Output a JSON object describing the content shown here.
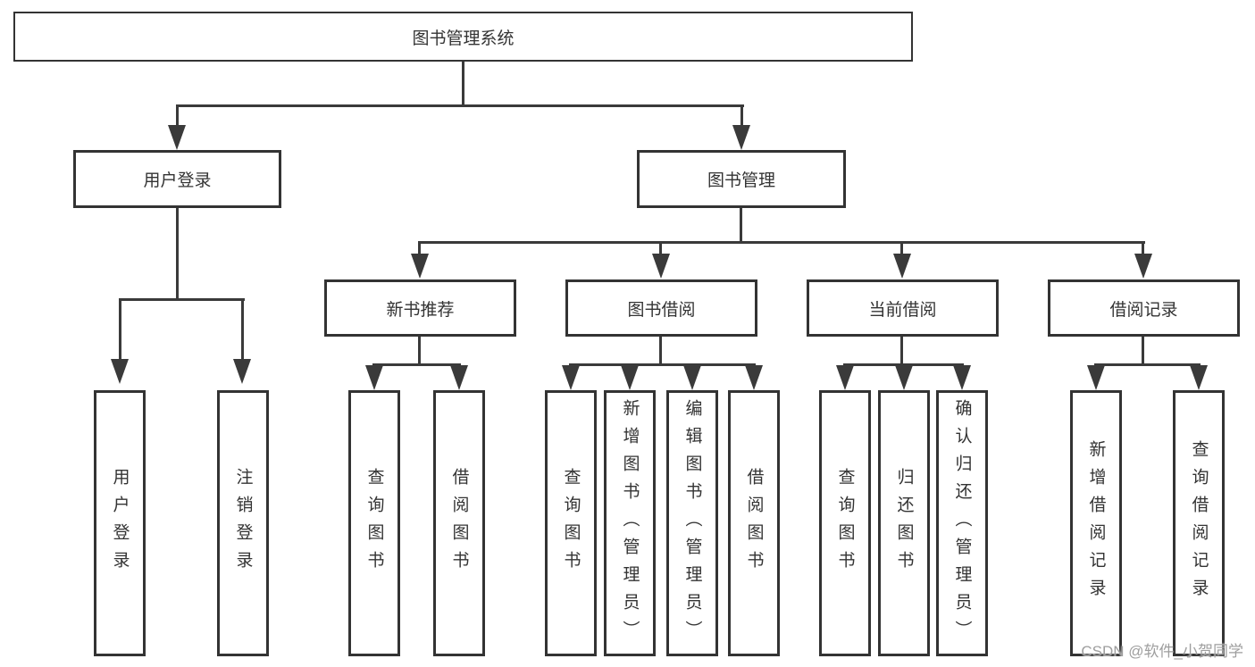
{
  "colors": {
    "bg": "#ffffff",
    "line": "#3a3a3a",
    "border": "#333333",
    "text": "#333333",
    "watermark": "#9e9e9e"
  },
  "tree": {
    "root_label": "图书管理系统",
    "user_branch": {
      "label": "用户登录",
      "leaves": [
        "用户登录",
        "注销登录"
      ]
    },
    "book_branch": {
      "label": "图书管理",
      "groups": [
        {
          "label": "新书推荐",
          "leaves": [
            "查询图书",
            "借阅图书"
          ]
        },
        {
          "label": "图书借阅",
          "leaves": [
            "查询图书",
            "新增图书（管理员）",
            "编辑图书（管理员）",
            "借阅图书"
          ]
        },
        {
          "label": "当前借阅",
          "leaves": [
            "查询图书",
            "归还图书",
            "确认归还（管理员）"
          ]
        },
        {
          "label": "借阅记录",
          "leaves": [
            "新增借阅记录",
            "查询借阅记录"
          ]
        }
      ]
    }
  },
  "watermark": {
    "text": "CSDN @软件_小贺同学"
  }
}
